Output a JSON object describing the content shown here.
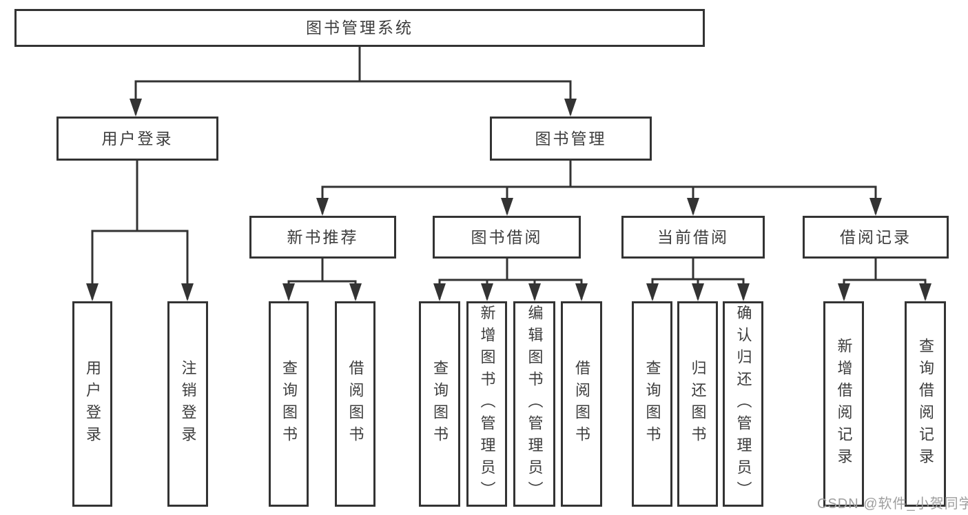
{
  "tree": {
    "root": {
      "label": "图书管理系统"
    },
    "children": [
      {
        "label": "用户登录",
        "children": [
          {
            "label": "用户登录"
          },
          {
            "label": "注销登录"
          }
        ]
      },
      {
        "label": "图书管理",
        "children": [
          {
            "label": "新书推荐",
            "children": [
              {
                "label": "查询图书"
              },
              {
                "label": "借阅图书"
              }
            ]
          },
          {
            "label": "图书借阅",
            "children": [
              {
                "label": "查询图书"
              },
              {
                "label": "新增图书（管理员）"
              },
              {
                "label": "编辑图书（管理员）"
              },
              {
                "label": "借阅图书"
              }
            ]
          },
          {
            "label": "当前借阅",
            "children": [
              {
                "label": "查询图书"
              },
              {
                "label": "归还图书"
              },
              {
                "label": "确认归还（管理员）"
              }
            ]
          },
          {
            "label": "借阅记录",
            "children": [
              {
                "label": "新增借阅记录"
              },
              {
                "label": "查询借阅记录"
              }
            ]
          }
        ]
      }
    ]
  },
  "watermark": {
    "text": "CSDN @软件_小贺同学"
  },
  "colors": {
    "line": "#333333",
    "text": "#3d3d3d",
    "watermark": "#9e9e9e",
    "background": "#ffffff"
  }
}
